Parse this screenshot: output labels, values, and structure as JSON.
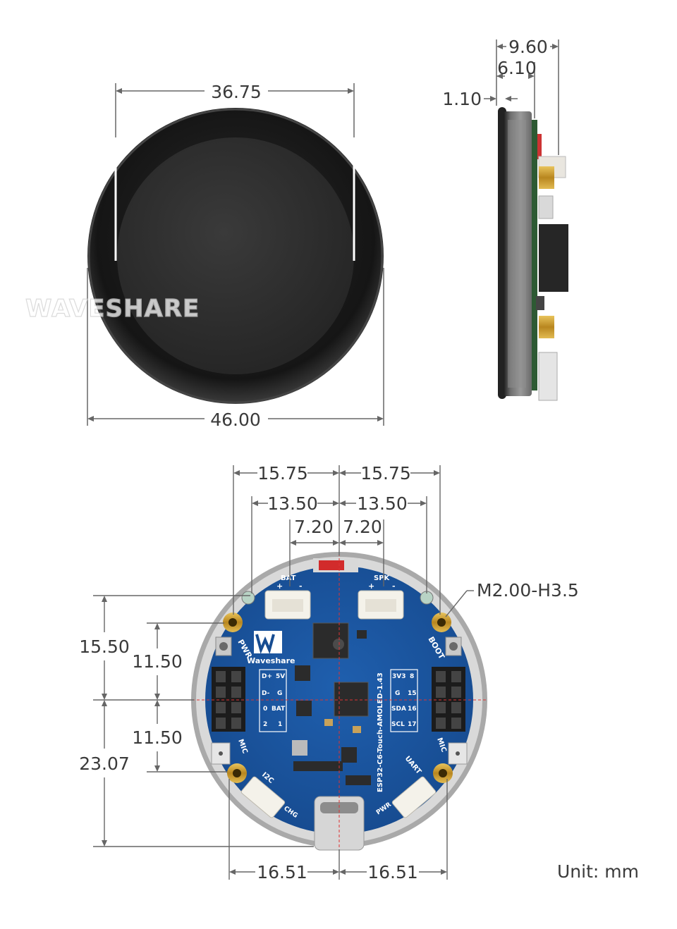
{
  "watermark": "WAVESHARE",
  "unit_label": "Unit: mm",
  "front_view": {
    "outer_diameter": "46.00",
    "screen_diameter": "36.75"
  },
  "side_view": {
    "total_thickness": "9.60",
    "module_thickness": "6.10",
    "glass_thickness": "1.10"
  },
  "back_view": {
    "top_outer_left": "15.75",
    "top_outer_right": "15.75",
    "top_mid_left": "13.50",
    "top_mid_right": "13.50",
    "top_inner_left": "7.20",
    "top_inner_right": "7.20",
    "mount_hole_label": "M2.00-H3.5",
    "left_outer_upper": "15.50",
    "left_inner_upper": "11.50",
    "left_inner_lower": "11.50",
    "left_outer_lower": "23.07",
    "bottom_left": "16.51",
    "bottom_right": "16.51"
  },
  "pcb_labels": {
    "bat": "BAT",
    "spk": "SPK",
    "pwr_left": "PWR",
    "boot": "BOOT",
    "mic_left": "MIC",
    "mic_right": "MIC",
    "i2c": "I2C",
    "uart": "UART",
    "chg": "CHG",
    "pwr_bottom": "PWR",
    "brand": "Waveshare",
    "board_name": "ESP32-C6-Touch-AMOLED-1.43",
    "pin_dp": "D+",
    "pin_5v": "5V",
    "pin_dm": "D-",
    "pin_g_left": "G",
    "pin_0": "0",
    "pin_bat": "BAT",
    "pin_2": "2",
    "pin_1": "1",
    "pin_3v3": "3V3",
    "pin_8": "8",
    "pin_g_right": "G",
    "pin_15": "15",
    "pin_sda": "SDA",
    "pin_16": "16",
    "pin_scl": "SCL",
    "pin_17": "17",
    "plus": "+",
    "minus": "-"
  }
}
